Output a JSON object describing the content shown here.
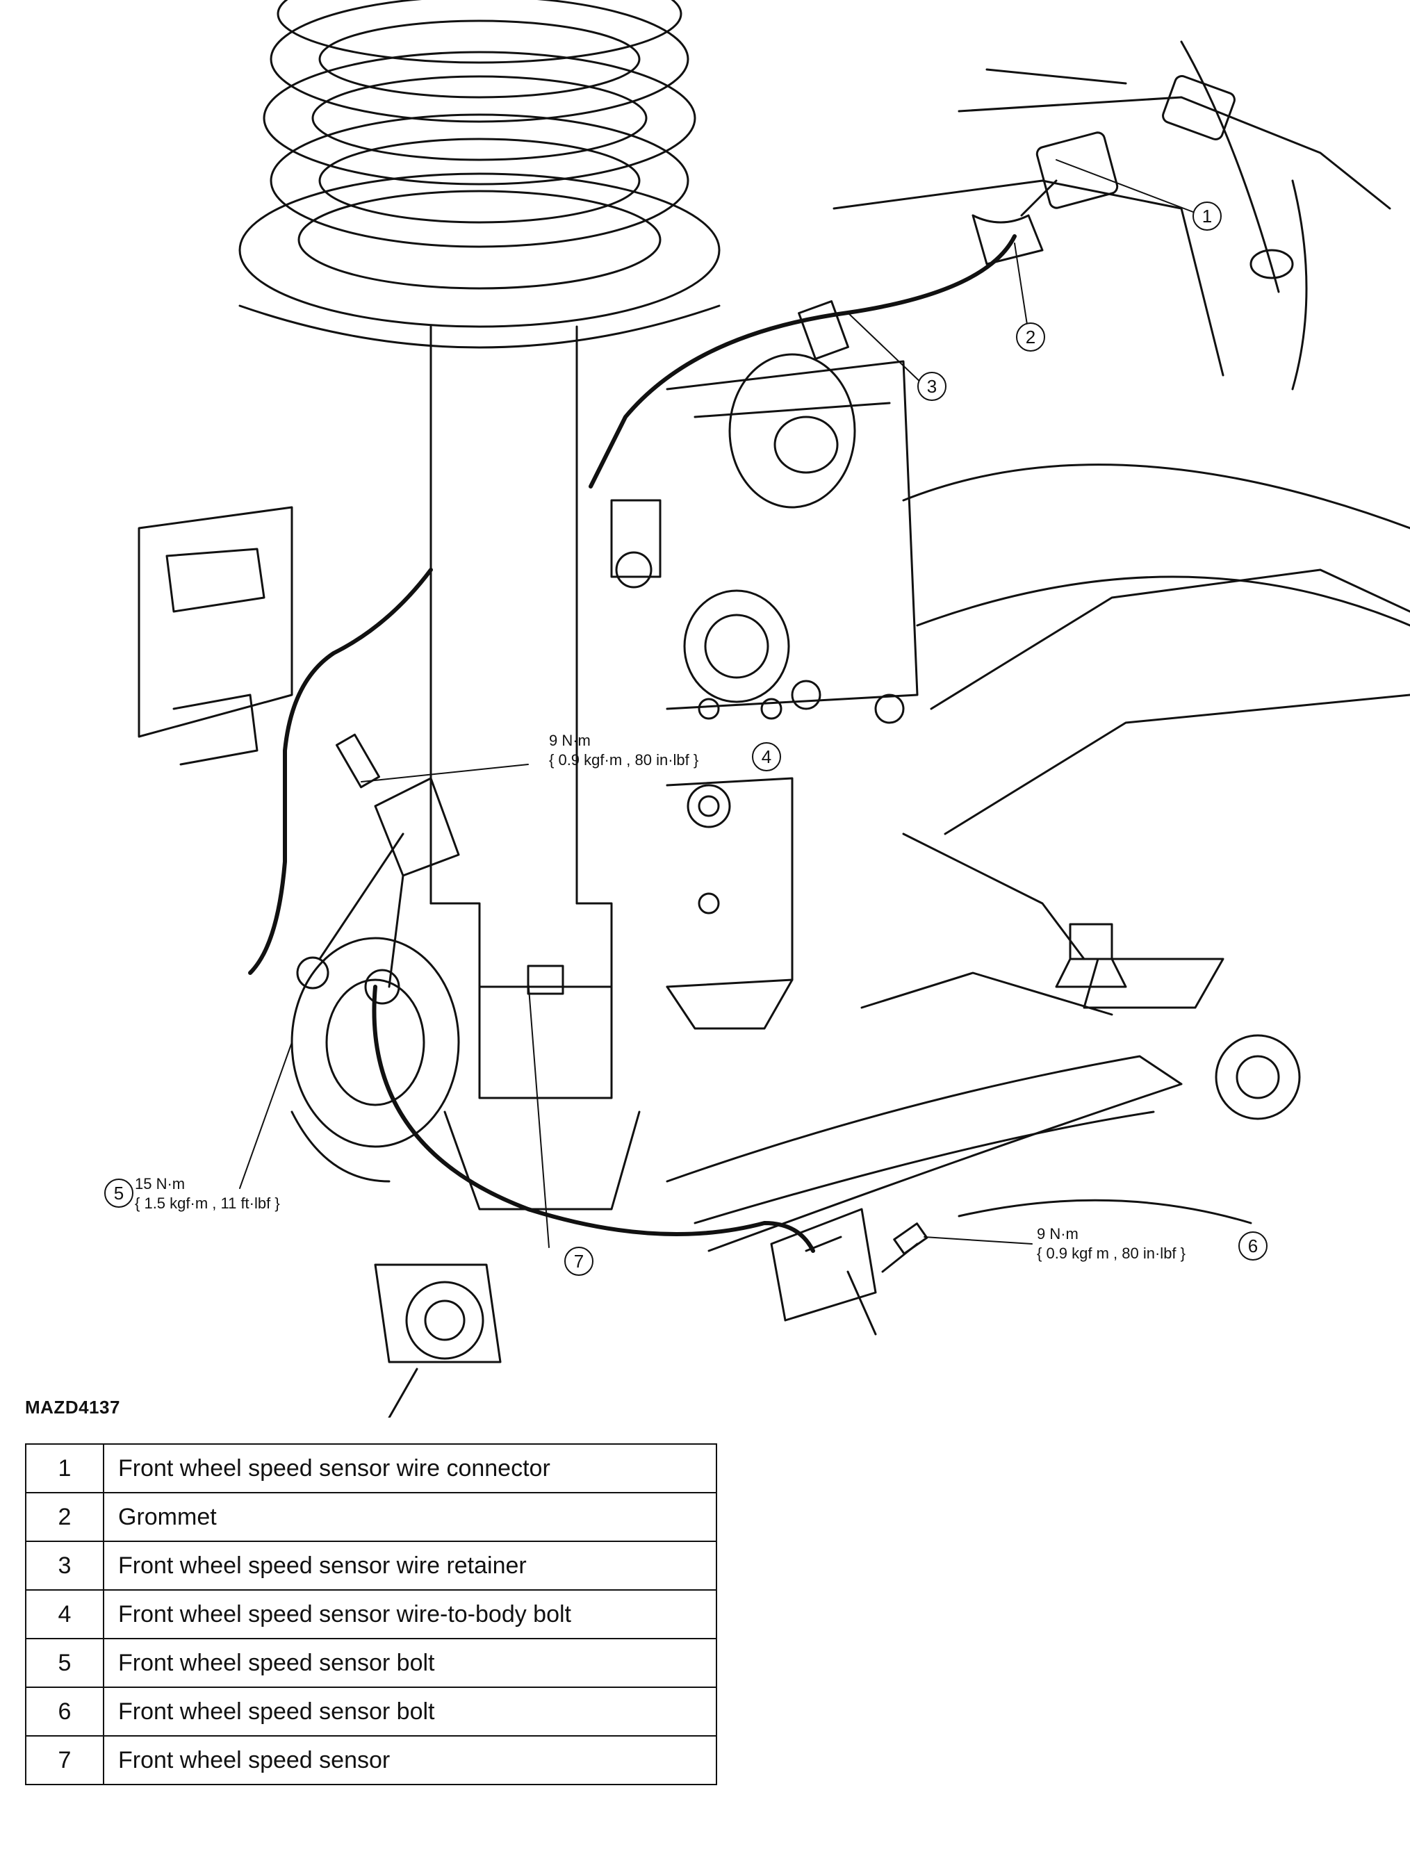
{
  "figure_id": "MAZD4137",
  "callouts": [
    {
      "number": "1"
    },
    {
      "number": "2"
    },
    {
      "number": "3"
    },
    {
      "number": "4",
      "torque_line1": "9 N·m",
      "torque_line2": "{ 0.9 kgf·m , 80 in·lbf }"
    },
    {
      "number": "5",
      "torque_line1": "15 N·m",
      "torque_line2": "{ 1.5 kgf·m , 11 ft·lbf }"
    },
    {
      "number": "6",
      "torque_line1": "9 N·m",
      "torque_line2": "{ 0.9 kgf m , 80 in·lbf }"
    },
    {
      "number": "7"
    }
  ],
  "legend": {
    "rows": [
      {
        "num": "1",
        "desc": "Front wheel speed sensor wire connector"
      },
      {
        "num": "2",
        "desc": "Grommet"
      },
      {
        "num": "3",
        "desc": "Front wheel speed sensor wire retainer"
      },
      {
        "num": "4",
        "desc": "Front wheel speed sensor wire-to-body bolt"
      },
      {
        "num": "5",
        "desc": "Front wheel speed sensor bolt"
      },
      {
        "num": "6",
        "desc": "Front wheel speed sensor bolt"
      },
      {
        "num": "7",
        "desc": "Front wheel speed sensor"
      }
    ]
  }
}
